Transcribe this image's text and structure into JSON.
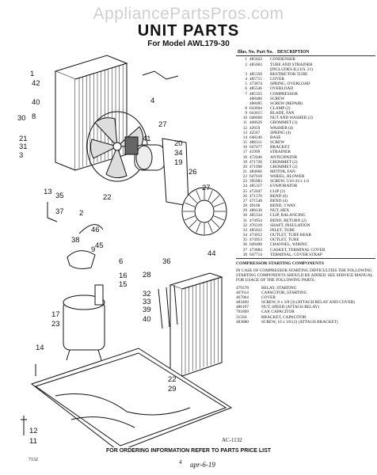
{
  "watermark": "AppliancePartsPros.com",
  "header": {
    "title": "UNIT PARTS",
    "model": "For Model AWL179-30"
  },
  "parts_table": {
    "columns": [
      "Illus. No.",
      "Part No.",
      "DESCRIPTION"
    ],
    "rows": [
      [
        "1",
        "485022",
        "CONDENSER"
      ],
      [
        "2",
        "485063",
        "TUBE AND STRAINER"
      ],
      [
        "",
        "",
        "(INCLUDES ILLUS. 21)"
      ],
      [
        "3",
        "485358",
        "RESTRICTOR TUBE"
      ],
      [
        "4",
        "485715",
        "COVER"
      ],
      [
        "5",
        "473874",
        "SPRING, OVERLOAD"
      ],
      [
        "6",
        "485546",
        "OVERLOAD"
      ],
      [
        "7",
        "485355",
        "COMPRESSOR"
      ],
      [
        "",
        "488480",
        "SCREW"
      ],
      [
        "",
        "488485",
        "SCREW (REPAIR)"
      ],
      [
        "8",
        "643604",
        "CLAMP (2)"
      ],
      [
        "9",
        "643615",
        "BLADE, FAN"
      ],
      [
        "10",
        "648668",
        "NUT AND WASHER (2)"
      ],
      [
        "11",
        "468629",
        "GROMMET (3)"
      ],
      [
        "12",
        "42659",
        "WASHER (4)"
      ],
      [
        "13",
        "42567",
        "SPRING (4)"
      ],
      [
        "14",
        "648240",
        "BASE"
      ],
      [
        "15",
        "488311",
        "SCREW"
      ],
      [
        "16",
        "647677",
        "BRACKET"
      ],
      [
        "17",
        "41999",
        "STRAINER"
      ],
      [
        "18",
        "472046",
        "ANTICIPATOR"
      ],
      [
        "19",
        "471726",
        "GROMMET (2)"
      ],
      [
        "20",
        "471998",
        "GROMMET (2)"
      ],
      [
        "21",
        "484660",
        "MOTOR, FAN"
      ],
      [
        "22",
        "647618",
        "WHEEL, BLOWER"
      ],
      [
        "23",
        "395083",
        "SCREW, 5/16-24 x 1/4"
      ],
      [
        "24",
        "485357",
        "EVAPORATOR"
      ],
      [
        "25",
        "472047",
        "CLIP (2)"
      ],
      [
        "26",
        "471570",
        "BEND (6)"
      ],
      [
        "27",
        "471548",
        "BEND (4)"
      ],
      [
        "28",
        "49168",
        "BEND, 3 WAY"
      ],
      [
        "29",
        "488136",
        "NUT, HEX"
      ],
      [
        "30",
        "485334",
        "CLIP, BALANCING"
      ],
      [
        "31",
        "474954",
        "BEND, RETURN (2)"
      ],
      [
        "32",
        "476319",
        "SHAFT, INSULATION"
      ],
      [
        "33",
        "485022",
        "INLET, TUBE"
      ],
      [
        "34",
        "474952",
        "OUTLET, TUBE REAR"
      ],
      [
        "35",
        "474953",
        "OUTLET, TUBE"
      ],
      [
        "36",
        "649408",
        "CHANNEL, WIRING"
      ],
      [
        "37",
        "473884",
        "GASKET, TERMINAL COVER"
      ],
      [
        "38",
        "647714",
        "TERMINAL, COVER STRAP"
      ]
    ]
  },
  "starting": {
    "title": "COMPRESSOR STARTING COMPONENTS",
    "note": "IN CASE OF COMPRESSOR STARTING DIFFICULTIES THE FOLLOWING STARTING COMPONENTS SHOULD BE ADDED. SEE SERVICE MANUAL FOR USAGE OF THE FOLLOWING PARTS.",
    "rows": [
      [
        "479378",
        "RELAY, STARTING"
      ],
      [
        "467614",
        "CAPACITOR, STARTING"
      ],
      [
        "467064",
        "COVER"
      ],
      [
        "483469",
        "SCREW, 8 x 3/8 (3) (ATTACH RELAY AND COVER)"
      ],
      [
        "486197",
        "NUT, SPEED (ATTACH RELAY)"
      ],
      [
        "791869",
        "CAP, CAPACITOR"
      ],
      [
        "31564",
        "BRACKET, CAPACITOR"
      ],
      [
        "483880",
        "SCREW, 10 x 3/8 (2) (ATTACH BRACKET)"
      ]
    ]
  },
  "diagram_labels": [
    "1",
    "42",
    "4",
    "40",
    "8",
    "30",
    "21",
    "31",
    "3",
    "27",
    "41",
    "20",
    "34",
    "19",
    "26",
    "13",
    "35",
    "22",
    "2",
    "27",
    "37",
    "46",
    "38",
    "45",
    "9",
    "36",
    "44",
    "6",
    "16",
    "15",
    "28",
    "32",
    "33",
    "39",
    "40",
    "17",
    "23",
    "14",
    "22",
    "29",
    "12",
    "11",
    "12"
  ],
  "figure_code": "AC-1132",
  "footer": "FOR ORDERING INFORMATION REFER TO PARTS PRICE LIST",
  "page_number": "4",
  "doc_code": "7132",
  "signature": "apr-6-19"
}
